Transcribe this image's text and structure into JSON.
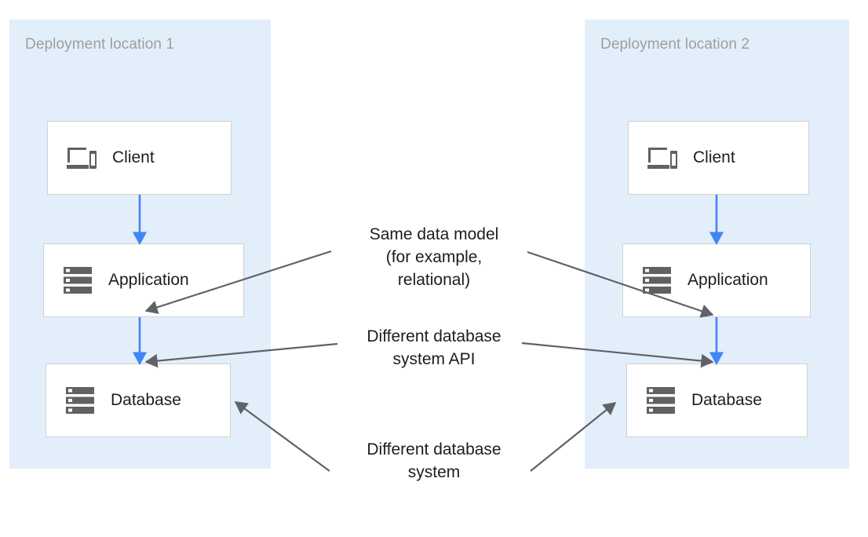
{
  "diagram": {
    "background_color": "#ffffff",
    "zone_fill_color": "#e3eefb",
    "flow_arrow_color": "#4285f4",
    "annotation_arrow_color": "#5f6368",
    "node_border_color": "#d0d0d0",
    "node_fill_color": "#ffffff",
    "icon_color": "#616161",
    "zone_title_color": "#9e9e9e",
    "text_color": "#1d1d1d"
  },
  "zones": [
    {
      "id": "zone-1",
      "title": "Deployment location 1",
      "nodes": [
        {
          "id": "client-1",
          "label": "Client",
          "icon": "devices-icon"
        },
        {
          "id": "application-1",
          "label": "Application",
          "icon": "server-icon"
        },
        {
          "id": "database-1",
          "label": "Database",
          "icon": "server-icon"
        }
      ]
    },
    {
      "id": "zone-2",
      "title": "Deployment location 2",
      "nodes": [
        {
          "id": "client-2",
          "label": "Client",
          "icon": "devices-icon"
        },
        {
          "id": "application-2",
          "label": "Application",
          "icon": "server-icon"
        },
        {
          "id": "database-2",
          "label": "Database",
          "icon": "server-icon"
        }
      ]
    }
  ],
  "annotations": [
    {
      "id": "annotation-same-data-model",
      "text": "Same data model\n(for example,\nrelational)",
      "points_to": [
        "application-1",
        "application-2"
      ]
    },
    {
      "id": "annotation-different-database-system-api",
      "text": "Different database\nsystem API",
      "points_to": [
        "database-1",
        "database-2"
      ]
    },
    {
      "id": "annotation-different-database-system",
      "text": "Different database\nsystem",
      "points_to": [
        "database-1",
        "database-2"
      ]
    }
  ],
  "flows": [
    {
      "from": "client-1",
      "to": "application-1"
    },
    {
      "from": "application-1",
      "to": "database-1"
    },
    {
      "from": "client-2",
      "to": "application-2"
    },
    {
      "from": "application-2",
      "to": "database-2"
    }
  ]
}
